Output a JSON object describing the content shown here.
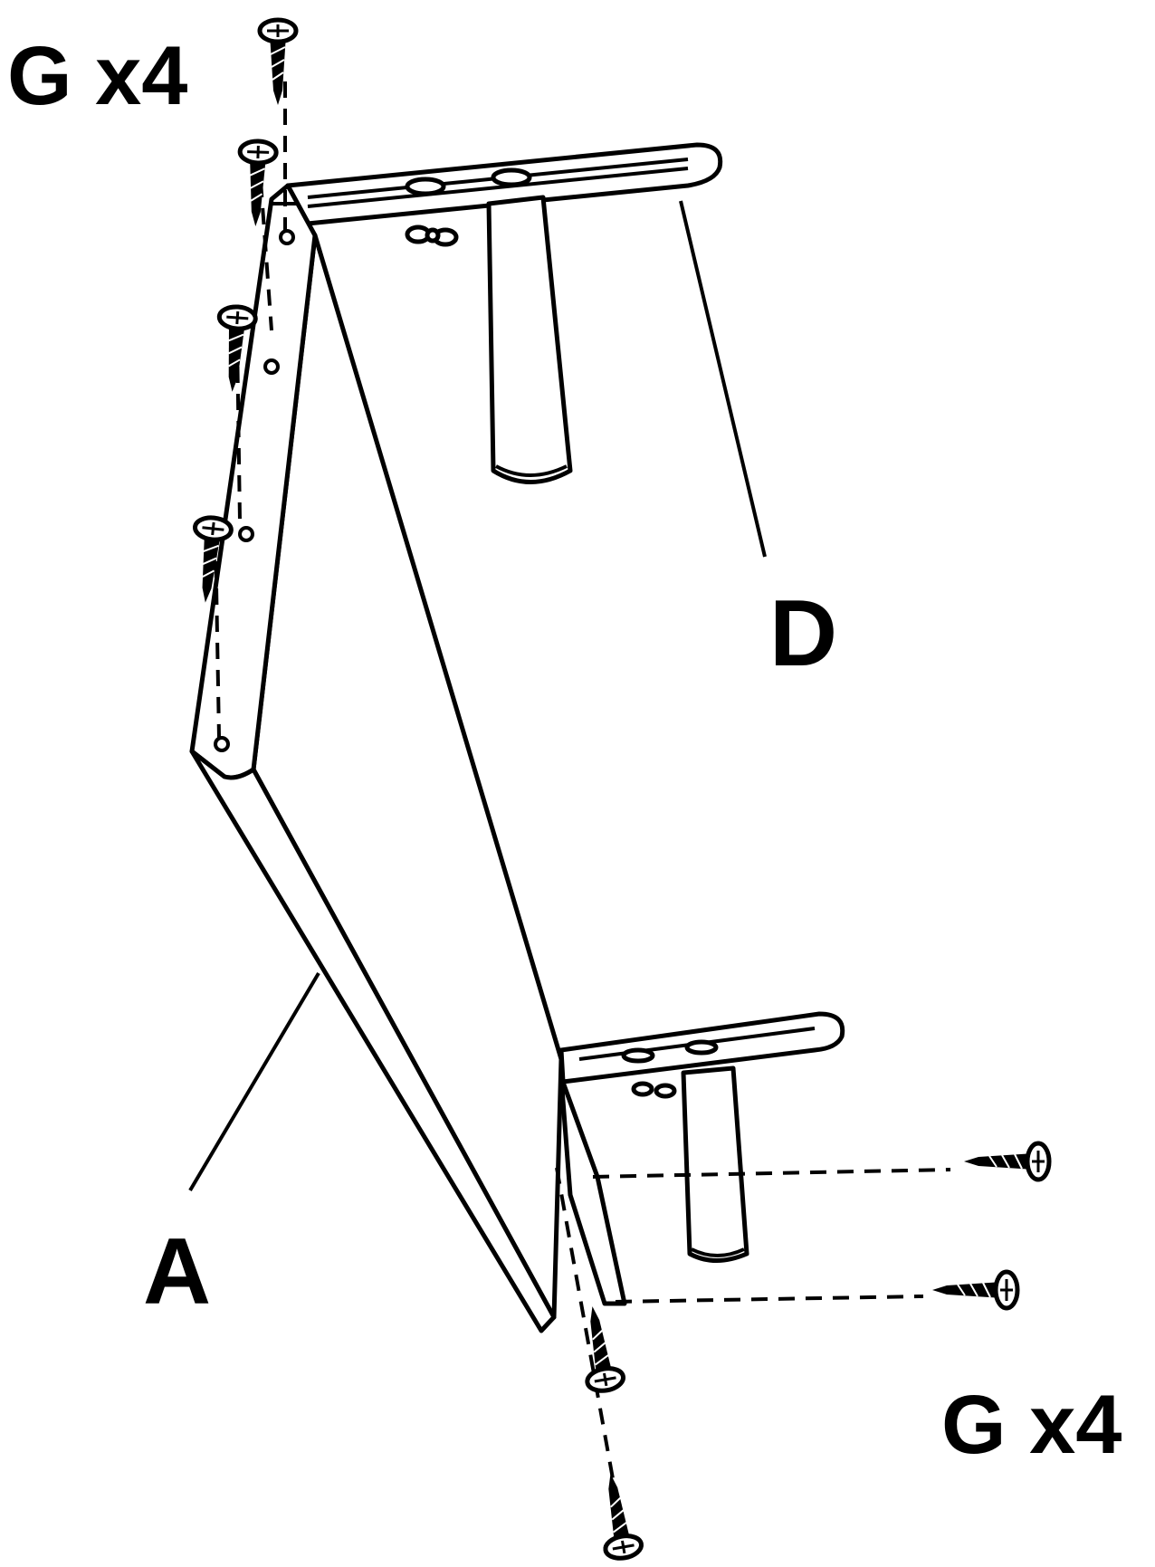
{
  "labels": {
    "qty_top": "G x4",
    "qty_bottom": "G x4",
    "part_a": "A",
    "part_d": "D"
  },
  "colors": {
    "ink": "#000000",
    "paper": "#ffffff"
  }
}
